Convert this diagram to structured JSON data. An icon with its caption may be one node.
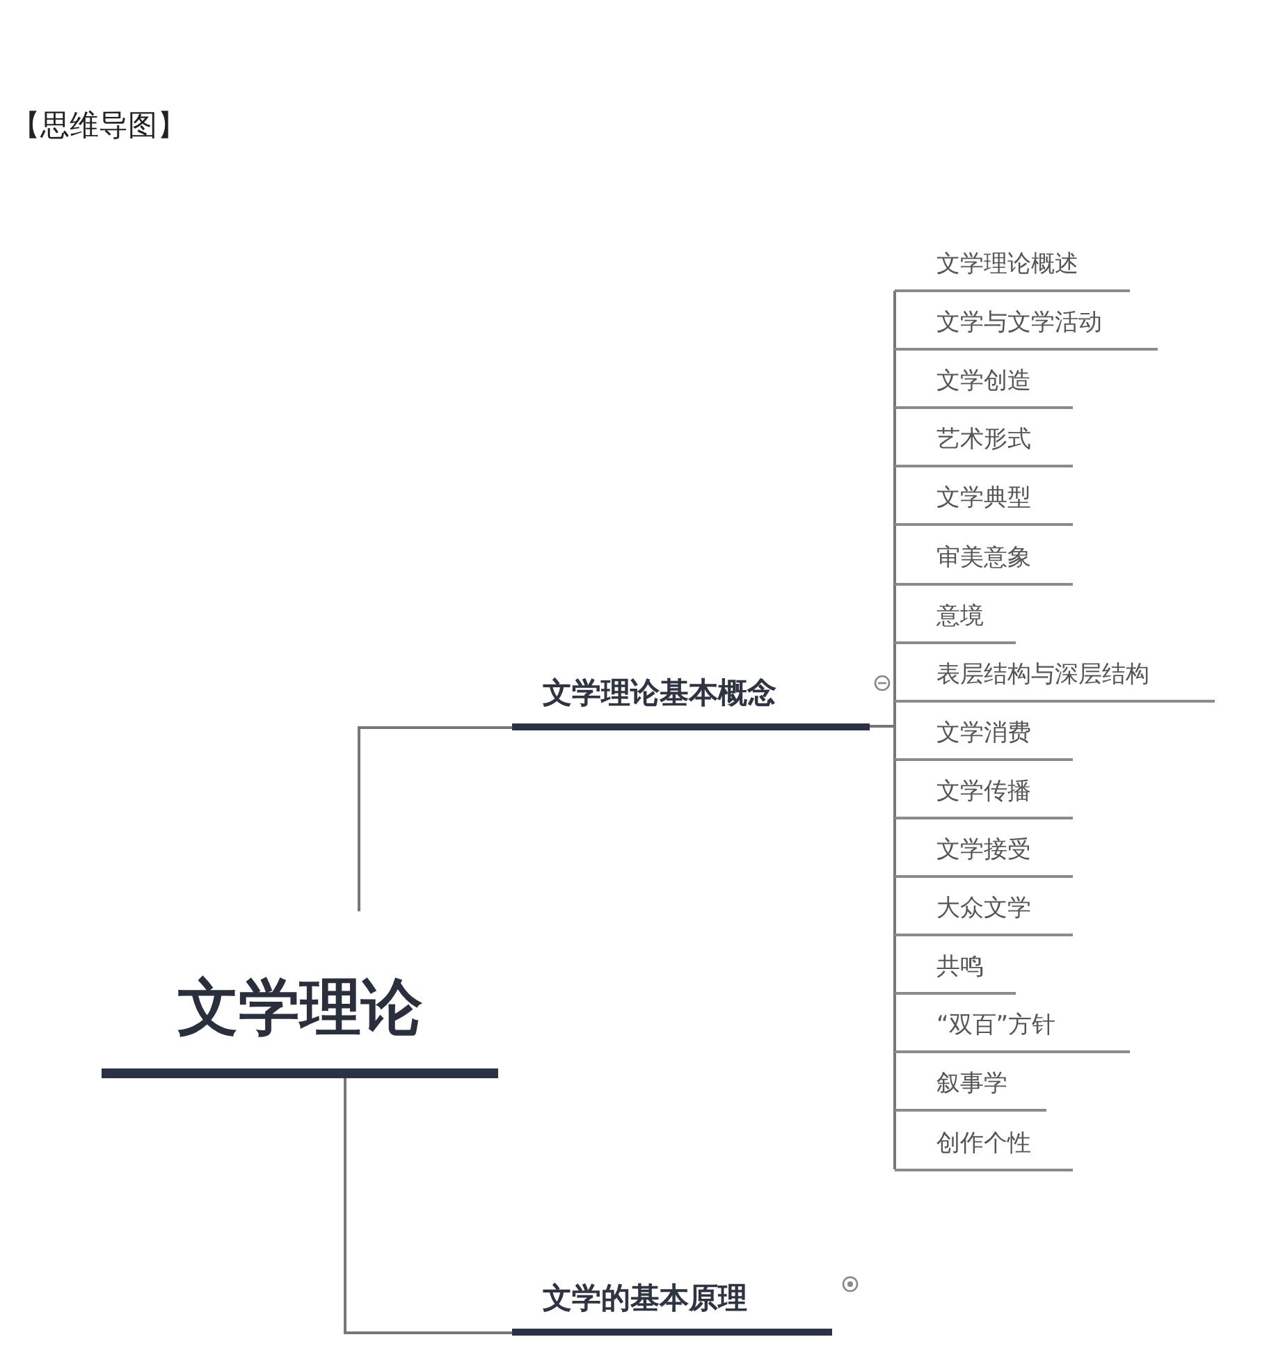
{
  "diagram": {
    "title": "【思维导图】",
    "nodes": [
      {
        "text": [
          "文学理论"
        ]
      },
      {
        "text": [
          "文学理论基本概念"
        ]
      },
      {
        "text": [
          "文学的基本原理"
        ]
      },
      {
        "text": [
          "文学理论概述"
        ]
      },
      {
        "text": [
          "文学与文学活动"
        ]
      },
      {
        "text": [
          "文学创造"
        ]
      },
      {
        "text": [
          "艺术形式"
        ]
      },
      {
        "text": [
          "文学典型"
        ]
      },
      {
        "text": [
          "审美意象"
        ]
      },
      {
        "text": [
          "意境"
        ]
      },
      {
        "text": [
          "表层结构与深层结构"
        ]
      },
      {
        "text": [
          "文学消费"
        ]
      },
      {
        "text": [
          "文学传播"
        ]
      },
      {
        "text": [
          "文学接受"
        ]
      },
      {
        "text": [
          "大众文学"
        ]
      },
      {
        "text": [
          "共鸣"
        ]
      },
      {
        "text": [
          "“双百”方针"
        ]
      },
      {
        "text": [
          "叙事学"
        ]
      },
      {
        "text": [
          "创作个性"
        ]
      }
    ],
    "edges": [
      {
        "from": 0,
        "to": 1,
        "arrow": "none"
      },
      {
        "from": 0,
        "to": 2,
        "arrow": "none"
      },
      {
        "from": 1,
        "to": 3,
        "arrow": "none"
      },
      {
        "from": 1,
        "to": 4,
        "arrow": "none"
      },
      {
        "from": 1,
        "to": 5,
        "arrow": "none"
      },
      {
        "from": 1,
        "to": 6,
        "arrow": "none"
      },
      {
        "from": 1,
        "to": 7,
        "arrow": "none"
      },
      {
        "from": 1,
        "to": 8,
        "arrow": "none"
      },
      {
        "from": 1,
        "to": 9,
        "arrow": "none"
      },
      {
        "from": 1,
        "to": 10,
        "arrow": "none"
      },
      {
        "from": 1,
        "to": 11,
        "arrow": "none"
      },
      {
        "from": 1,
        "to": 12,
        "arrow": "none"
      },
      {
        "from": 1,
        "to": 13,
        "arrow": "none"
      },
      {
        "from": 1,
        "to": 14,
        "arrow": "none"
      },
      {
        "from": 1,
        "to": 15,
        "arrow": "none"
      },
      {
        "from": 1,
        "to": 16,
        "arrow": "none"
      },
      {
        "from": 1,
        "to": 17,
        "arrow": "none"
      },
      {
        "from": 1,
        "to": 18,
        "arrow": "none"
      }
    ]
  }
}
